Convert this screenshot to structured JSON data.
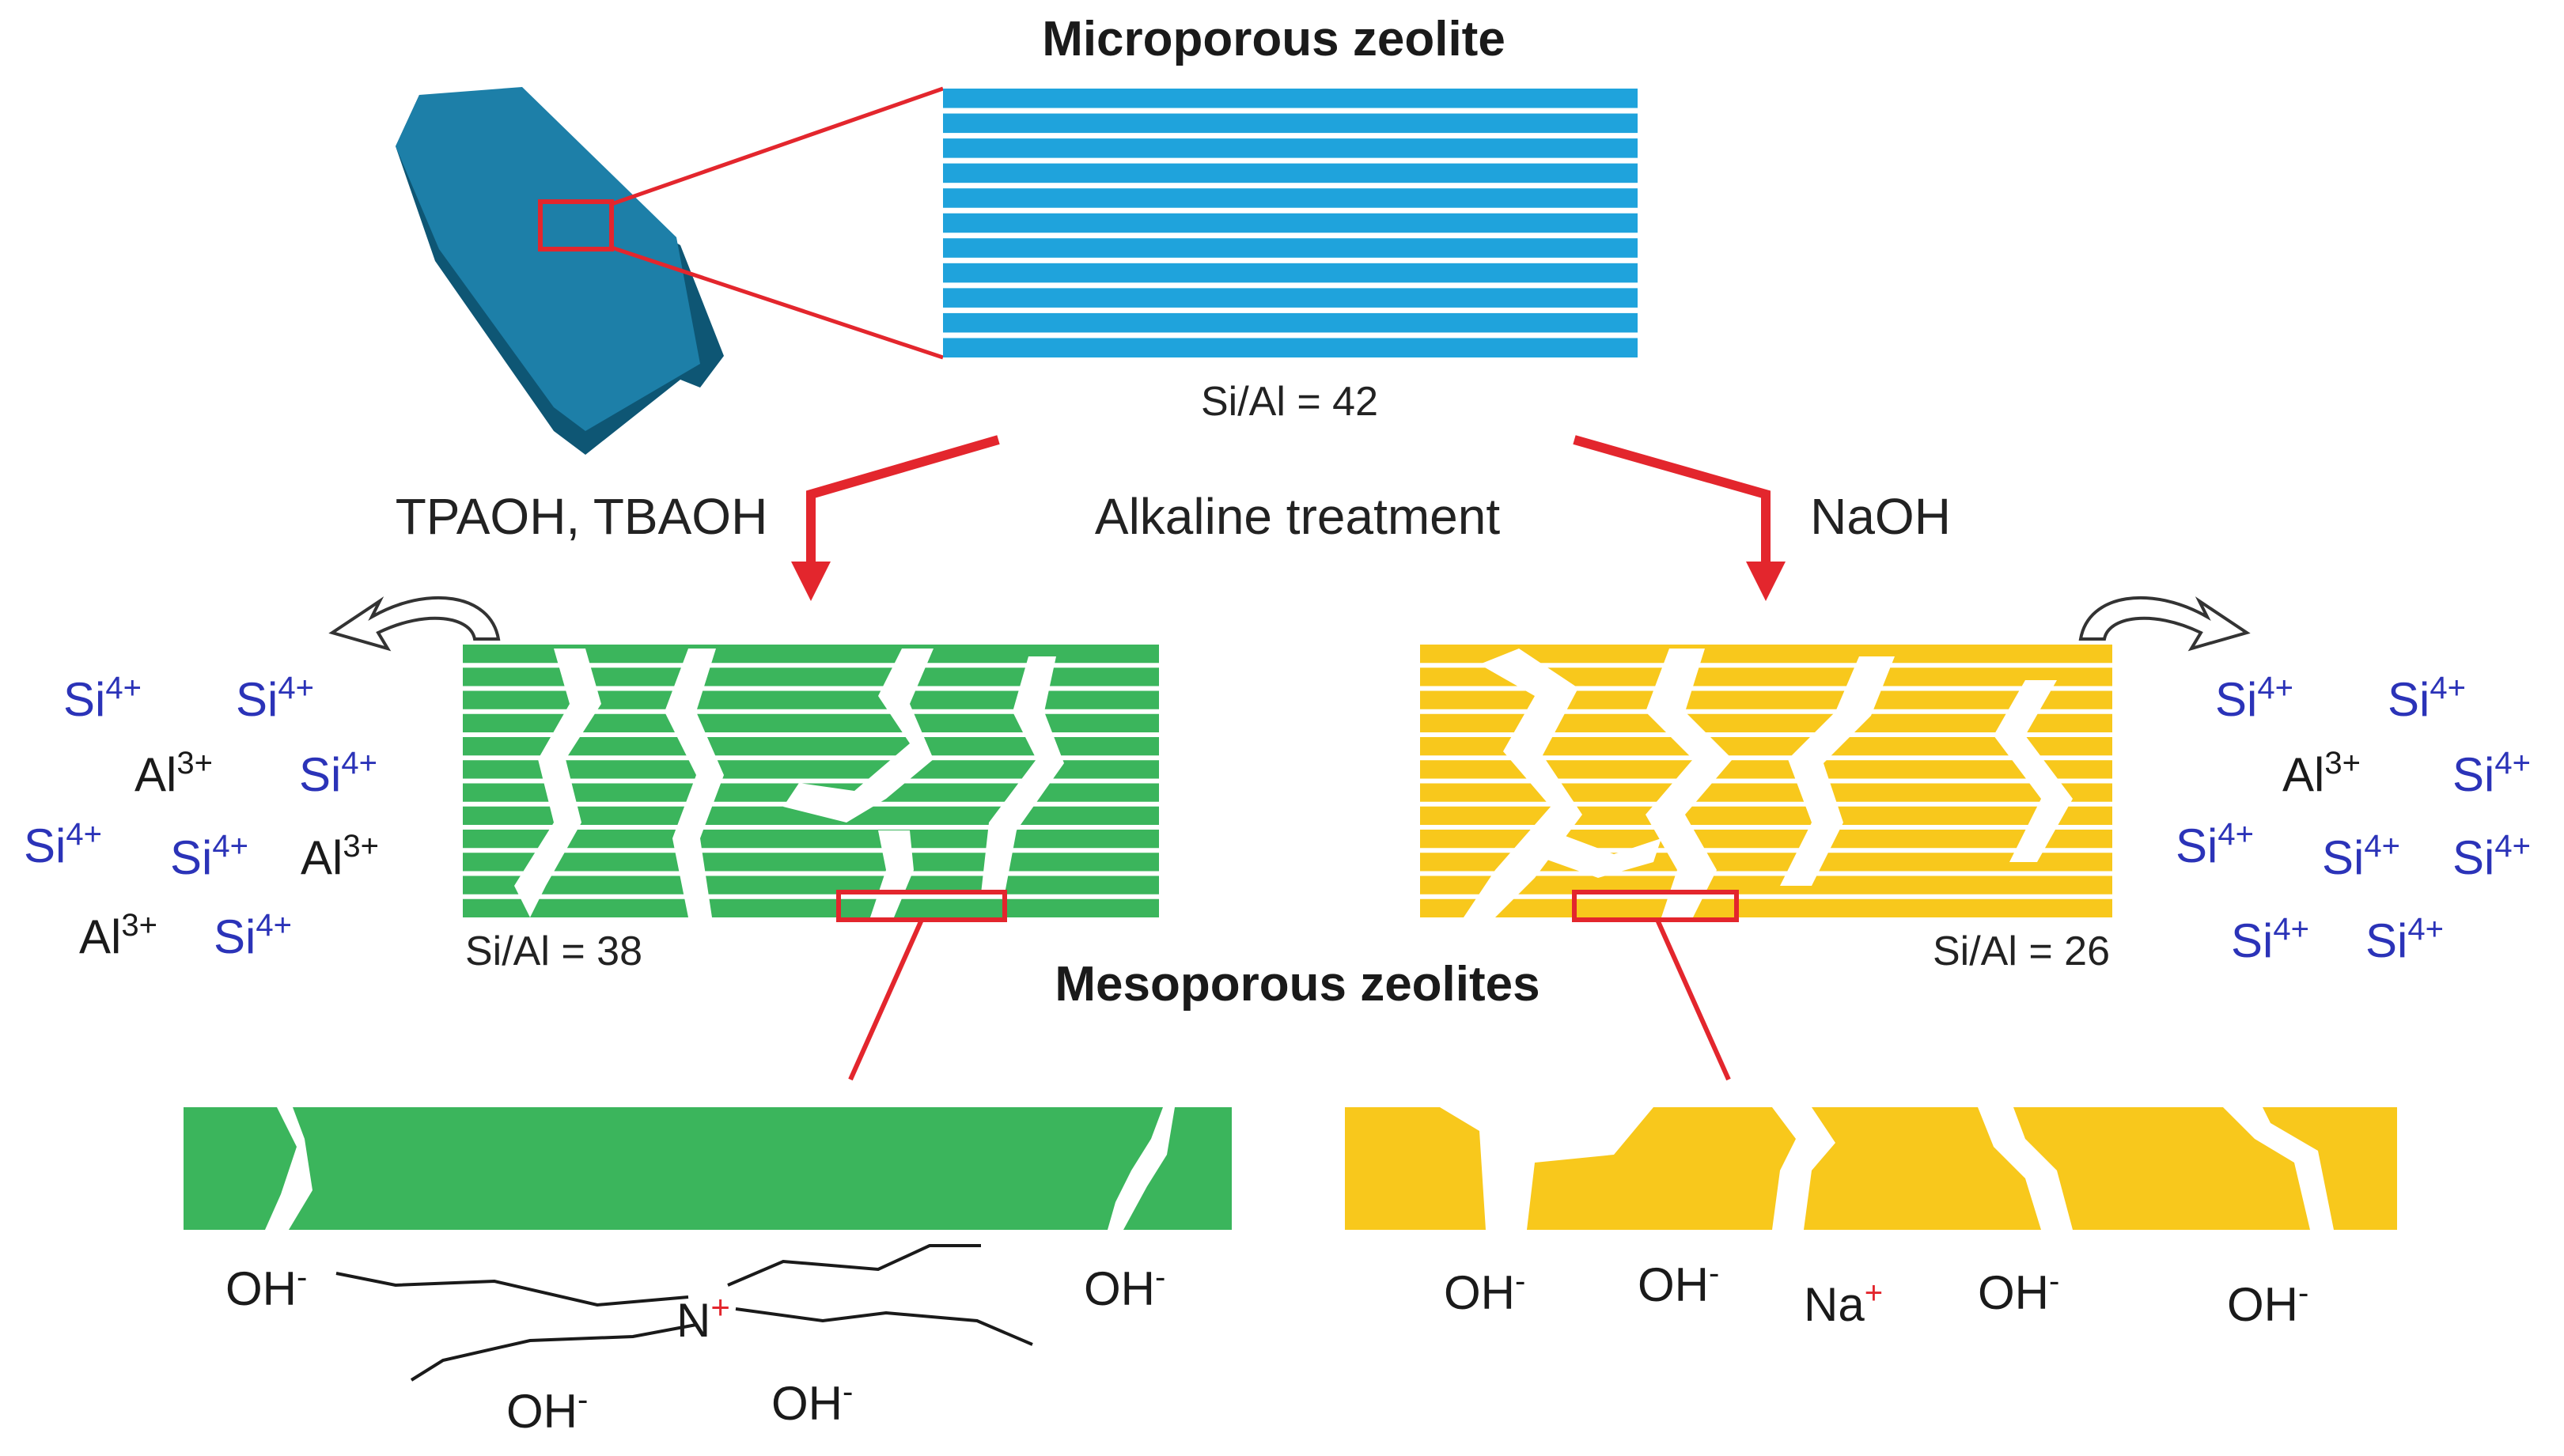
{
  "title_top": "Microporous zeolite",
  "title_mid": "Mesoporous zeolites",
  "treatment_center": "Alkaline treatment",
  "treatment_left": "TPAOH, TBAOH",
  "treatment_right": "NaOH",
  "ratio_top": "Si/Al = 42",
  "ratio_left": "Si/Al = 38",
  "ratio_right": "Si/Al = 26",
  "ions": {
    "si": "Si",
    "al": "Al",
    "si_charge": "4+",
    "al_charge": "3+"
  },
  "hydroxide": "OH",
  "hydroxide_charge": "-",
  "sodium": "Na",
  "sodium_charge": "+",
  "nitrogen": "N",
  "nitrogen_charge": "+",
  "colors": {
    "crystal_top": "#1d7fa8",
    "crystal_side": "#0e5674",
    "micro_stripes": "#1fa3dc",
    "meso_green": "#3bb55c",
    "meso_yellow": "#f8c81c",
    "highlight_red": "#e3262d",
    "si_blue": "#2b33b8",
    "al_black": "#1a1a1a"
  }
}
